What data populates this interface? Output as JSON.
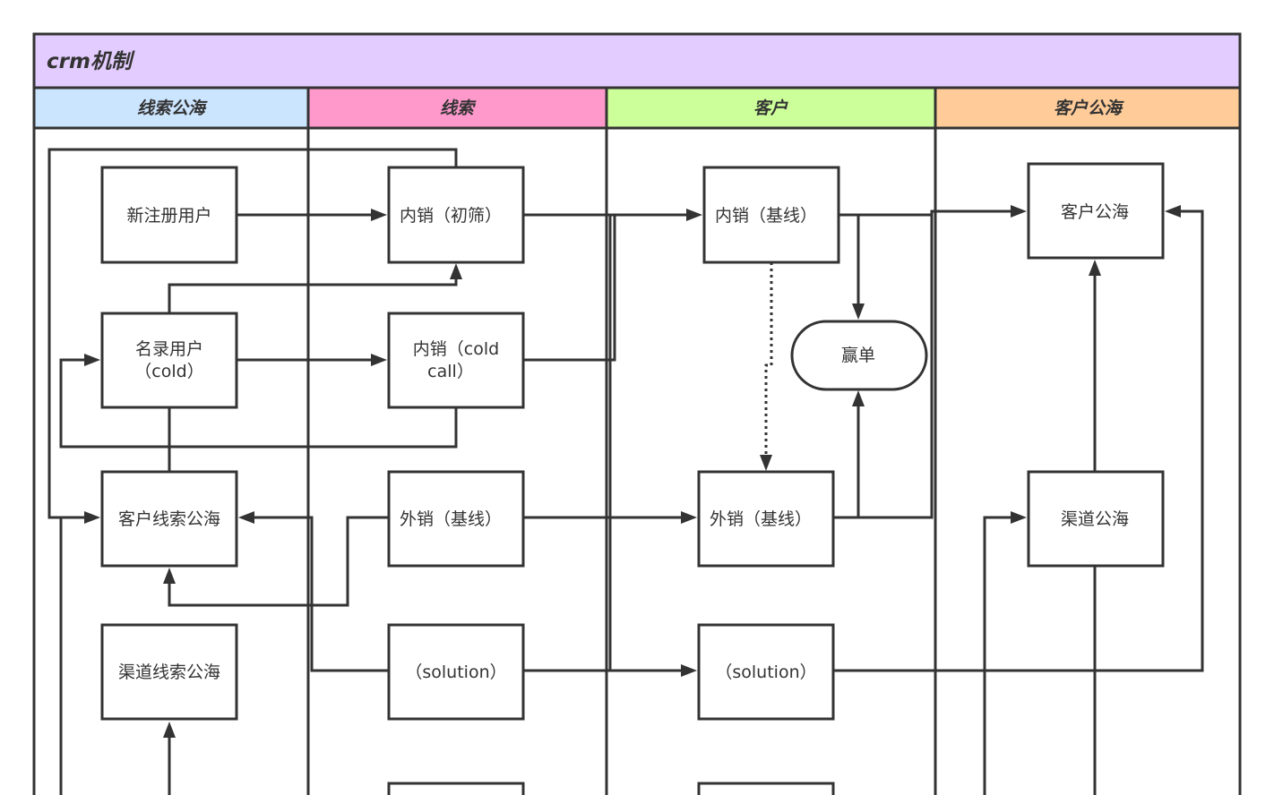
{
  "pool": {
    "title": "crm机制",
    "header_color": "#e3ccff"
  },
  "lanes": [
    {
      "title": "线索公海",
      "color": "#cce5ff"
    },
    {
      "title": "线索",
      "color": "#ff99cc"
    },
    {
      "title": "客户",
      "color": "#ccff99"
    },
    {
      "title": "客户公海",
      "color": "#ffcc99"
    }
  ],
  "nodes": {
    "new_user": [
      "新注册用户"
    ],
    "inner_initial": [
      "内销（初筛）"
    ],
    "inner_baseline": [
      "内销（基线）"
    ],
    "customer_pool": [
      "客户公海"
    ],
    "list_user": [
      "名录用户",
      "（cold）"
    ],
    "inner_cold_call": [
      "内销（cold",
      "call）"
    ],
    "win": [
      "赢单"
    ],
    "customer_lead_pool": [
      "客户线索公海"
    ],
    "outer_baseline_lead": [
      "外销（基线）"
    ],
    "outer_baseline_customer": [
      "外销（基线）"
    ],
    "channel_pool": [
      "渠道公海"
    ],
    "channel_lead_pool": [
      "渠道线索公海"
    ],
    "solution_lead": [
      "（solution）"
    ],
    "solution_customer": [
      "（solution）"
    ]
  }
}
